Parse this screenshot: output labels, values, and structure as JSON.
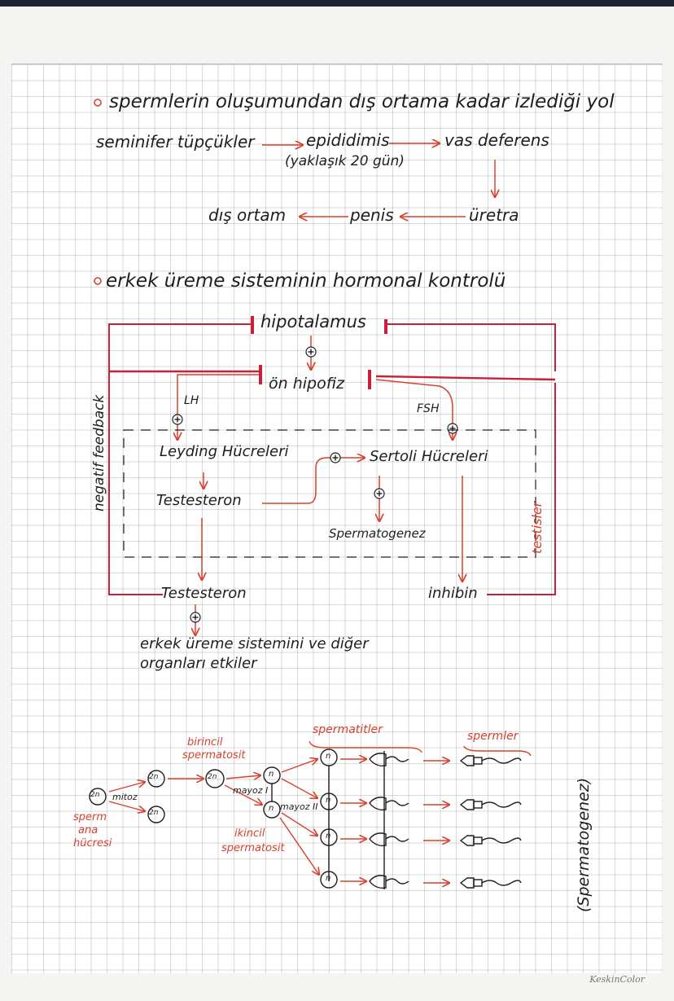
{
  "section1": {
    "heading": "spermlerin oluşumundan dış ortama kadar izlediği yol",
    "seminifer": "seminifer tüpçükler",
    "epididimis": "epididimis",
    "epididimis_note": "(yaklaşık 20 gün)",
    "vas": "vas deferens",
    "uretra": "üretra",
    "penis": "penis",
    "dis_ortam": "dış ortam"
  },
  "section2": {
    "heading": "erkek üreme sisteminin hormonal kontrolü",
    "hipotalamus": "hipotalamus",
    "on_hipofiz": "ön hipofiz",
    "lh": "LH",
    "fsh": "FSH",
    "leydig": "Leyding Hücreleri",
    "sertoli": "Sertoli Hücreleri",
    "testosteron_inner": "Testesteron",
    "spermatogenez": "Spermatogenez",
    "testisler": "testisler",
    "negative_feedback": "negatif feedback",
    "testosteron_outer": "Testesteron",
    "inhibin": "inhibin",
    "effect_line1": "erkek üreme sistemini ve diğer",
    "effect_line2": "organları etkiler",
    "plus": "+"
  },
  "section3": {
    "vertical_title": "(Spermatogenez)",
    "sperm_ana_line1": "sperm",
    "sperm_ana_line2": "ana",
    "sperm_ana_line3": "hücresi",
    "mitoz": "mitoz",
    "birincil_line1": "birincil",
    "birincil_line2": "spermatosit",
    "mayoz1": "mayoz I",
    "mayoz2": "mayoz II",
    "ikincil_line1": "ikincil",
    "ikincil_line2": "spermatosit",
    "spermatitler": "spermatitler",
    "spermler": "spermler",
    "label_2n": "2n",
    "label_n": "n"
  },
  "footer": {
    "watermark": "KeskinColor"
  },
  "colors": {
    "ink": "#1e1e1e",
    "red": "#d8402e",
    "crimson": "#c8203a",
    "grid": "#b8b8b8"
  }
}
